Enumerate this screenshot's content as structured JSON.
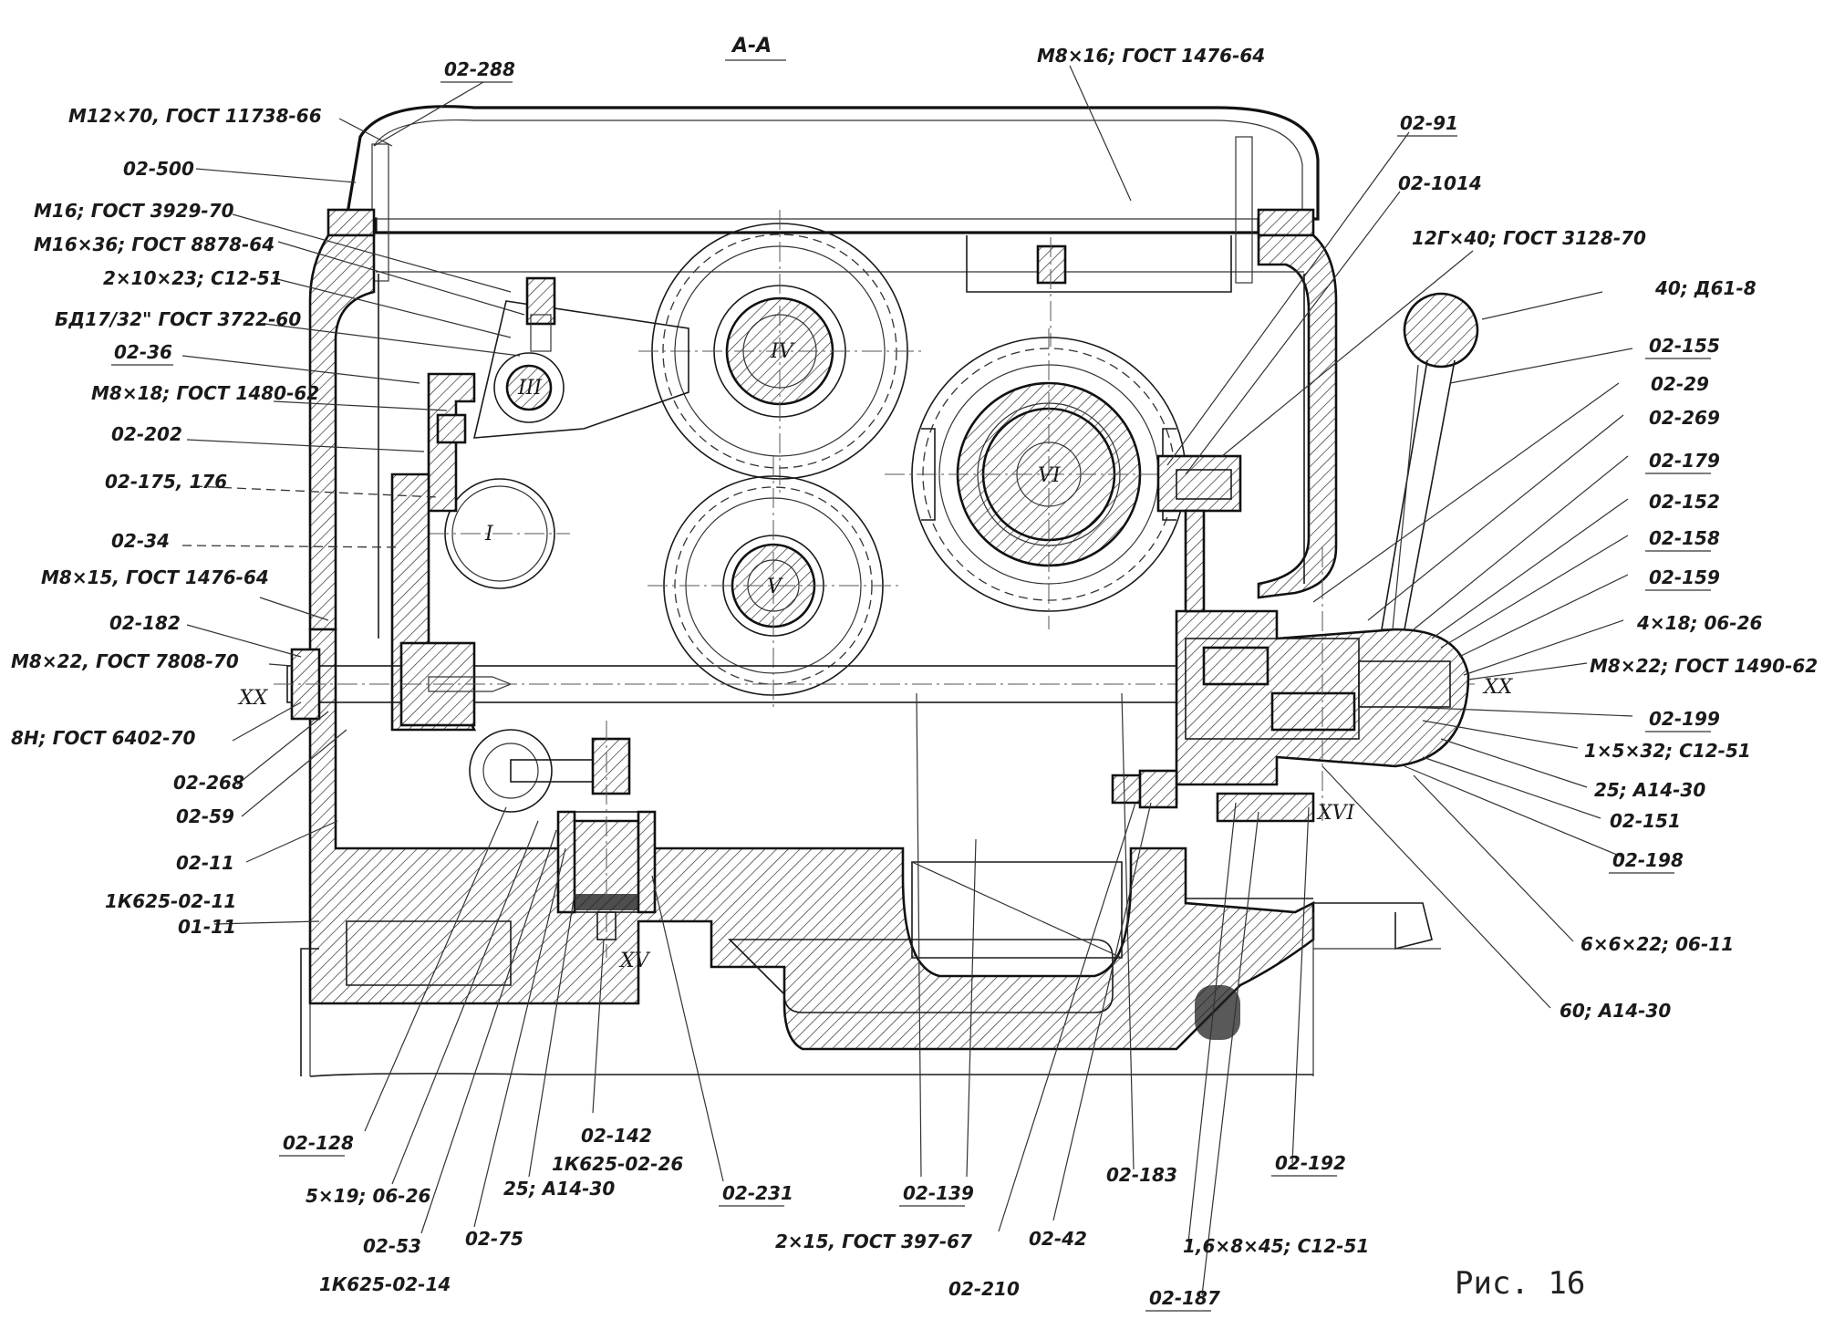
{
  "figure": {
    "section_label": "А-А",
    "caption": "Рис. 16"
  },
  "roman_marks": {
    "xx_left": "XX",
    "xx_right": "XX",
    "xv": "XV",
    "xvi": "XVI",
    "shaft_i": "I",
    "shaft_iii": "III",
    "shaft_iv": "IV",
    "shaft_v": "V",
    "shaft_vi": "VI"
  },
  "labels": {
    "l_02_288": "02-288",
    "l_m12x70": "M12×70, ГОСТ 11738-66",
    "l_02_500": "02-500",
    "l_m16_3929": "M16; ГОСТ 3929-70",
    "l_m16x36": "M16×36; ГОСТ 8878-64",
    "l_2x10x23": "2×10×23; С12-51",
    "l_bd": "БД17/32\" ГОСТ 3722-60",
    "l_02_36": "02-36",
    "l_m8x18": "M8×18; ГОСТ 1480-62",
    "l_02_202": "02-202",
    "l_02_175": "02-175, 176",
    "l_02_34": "02-34",
    "l_m8x15": "M8×15, ГОСТ 1476-64",
    "l_02_182": "02-182",
    "l_m8x22_7808": "M8×22, ГОСТ 7808-70",
    "l_8n": "8Н; ГОСТ 6402-70",
    "l_02_268": "02-268",
    "l_02_59": "02-59",
    "l_02_11": "02-11",
    "l_1k625_02_11": "1К625-02-11",
    "l_01_11": "01-11",
    "l_m8x16_top": "M8×16; ГОСТ 1476-64",
    "l_02_91": "02-91",
    "l_02_1014": "02-1014",
    "l_12g": "12Г×40; ГОСТ 3128-70",
    "l_40": "40; Д61-8",
    "l_02_155": "02-155",
    "l_02_29": "02-29",
    "l_02_269": "02-269",
    "l_02_179": "02-179",
    "l_02_152": "02-152",
    "l_02_158": "02-158",
    "l_02_159": "02-159",
    "l_4x18": "4×18; 06-26",
    "l_m8x22_1490": "M8×22; ГОСТ 1490-62",
    "l_02_199": "02-199",
    "l_1x5x32": "1×5×32; С12-51",
    "l_25_a14": "25; А14-30",
    "l_02_151": "02-151",
    "l_02_198": "02-198",
    "l_6x6x22": "6×6×22; 06-11",
    "l_60": "60; А14-30",
    "l_02_128": "02-128",
    "l_5x19": "5×19; 06-26",
    "l_02_53": "02-53",
    "l_1k625_02_14": "1К625-02-14",
    "l_02_75": "02-75",
    "l_25_a14_b": "25; А14-30",
    "l_02_142": "02-142",
    "l_1k625_02_26": "1К625-02-26",
    "l_02_231": "02-231",
    "l_02_139": "02-139",
    "l_2x15": "2×15, ГОСТ 397-67",
    "l_02_210": "02-210",
    "l_02_42": "02-42",
    "l_02_183": "02-183",
    "l_02_192": "02-192",
    "l_1_6x8x45": "1,6×8×45; С12-51",
    "l_02_187": "02-187"
  }
}
